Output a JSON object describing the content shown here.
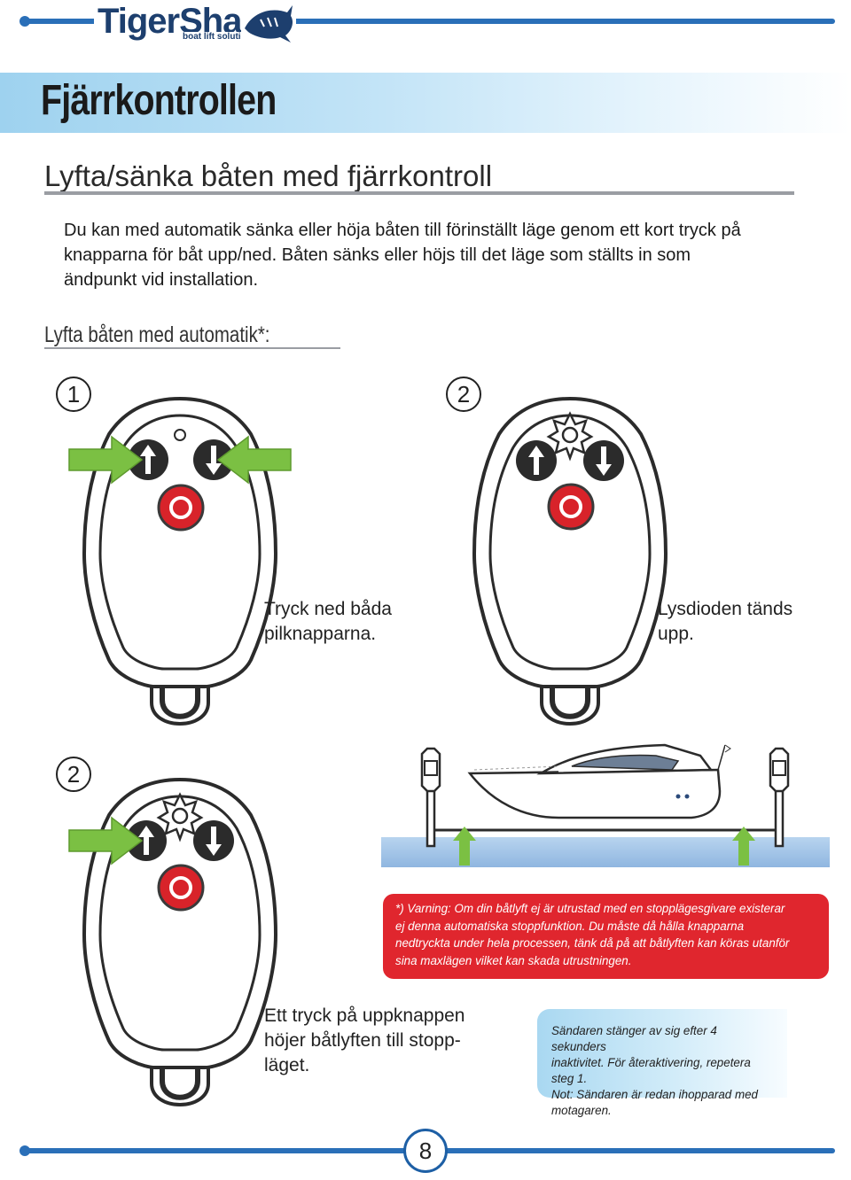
{
  "brand": {
    "name": "TigerShark",
    "tagline": "boat lift solutions"
  },
  "page": {
    "title": "Fjärrkontrollen",
    "number": "8"
  },
  "section": {
    "title": "Lyfta/sänka båten med fjärrkontroll",
    "intro": "Du kan med automatik sänka eller höja båten till förinställt läge genom ett kort tryck på knapparna för båt upp/ned. Båten sänks eller höjs till det läge som ställts in som ändpunkt vid installation.",
    "subtitle": "Lyfta båten med automatik*:"
  },
  "steps": [
    {
      "number": "1",
      "caption_line1": "Tryck ned båda",
      "caption_line2": "pilknapparna."
    },
    {
      "number": "2",
      "caption_line1": "Lysdioden tänds",
      "caption_line2": "upp."
    },
    {
      "number": "2",
      "caption_line1": "Ett tryck på uppknappen",
      "caption_line2": "höjer båtlyften till stopp-",
      "caption_line3": "läget."
    }
  ],
  "warning": {
    "lines": [
      "*) Varning: Om din båtlyft ej är utrustad med en stopplägesgivare existerar",
      "ej denna automatiska stoppfunktion. Du måste då hålla knapparna",
      "nedtryckta under hela processen, tänk då på att båtlyften kan köras utanför",
      "sina maxlägen vilket kan skada utrustningen."
    ]
  },
  "note": {
    "lines": [
      "Sändaren stänger av sig efter 4 sekunders",
      "inaktivitet. För återaktivering, repetera steg 1.",
      "Not: Sändaren är redan ihopparad med",
      "motagaren."
    ]
  },
  "colors": {
    "brand_blue": "#1d3f6e",
    "bar_blue": "#2a6fb8",
    "warning_red": "#e0262e",
    "arrow_green": "#7bc043",
    "button_dark": "#2b2b2b",
    "stop_red": "#d8232a"
  },
  "icons": [
    "tigershark-logo",
    "up-arrow-button-icon",
    "down-arrow-button-icon",
    "stop-button-icon",
    "led-icon",
    "led-lit-icon",
    "green-arrow-icon",
    "boat-illustration",
    "lift-arrow-icon"
  ]
}
